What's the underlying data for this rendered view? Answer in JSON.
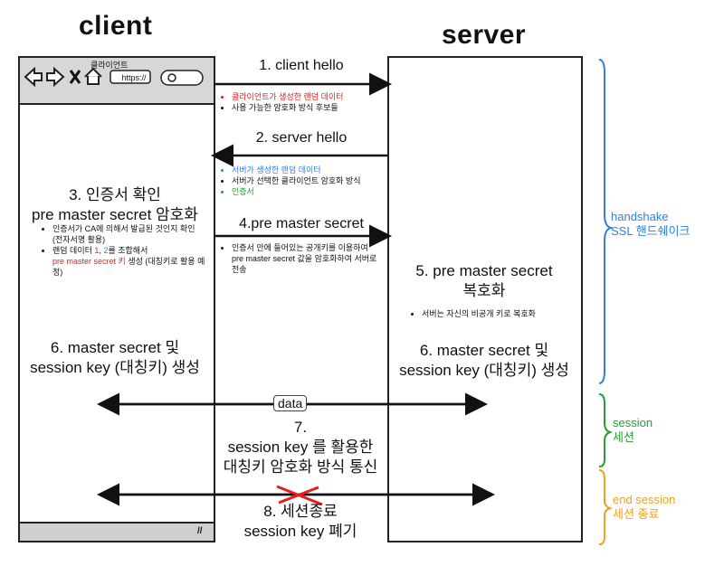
{
  "titles": {
    "client": "client",
    "server": "server"
  },
  "browser": {
    "label": "클라이언트",
    "url_chip": "https://"
  },
  "steps": {
    "s1": "1. client hello",
    "s1_notes": [
      "클라이언트가 생성한 랜덤 데이터",
      "사용 가능한 암호화 방식 후보들"
    ],
    "s2": "2. server hello",
    "s2_notes": [
      "서버가 생성한 랜덤 데이터",
      "서버가 선택한 클라이언트 암호화 방식",
      "인증서"
    ],
    "s3_l1": "3. 인증서 확인",
    "s3_l2": "pre master secret 암호화",
    "s3_notes": [
      "인증서가 CA에 의해서 발급된 것인지 확인 (전자서명 활용)",
      "랜덤 데이터 1, 2를 조합해서",
      "pre master secret 키",
      "생성 (대칭키로 활용 예정)"
    ],
    "s3_n2_num1": "1",
    "s3_n2_num2": "2",
    "s4": "4.pre master secret",
    "s4_note": "인증서 안에 들어있는 공개키를 이용하여 pre master secret 값을 암호화하여 서버로 전송",
    "s5_l1": "5. pre master secret",
    "s5_l2": "복호화",
    "s5_note": "서버는 자신의 비공개 키로 복호화",
    "s6_l1": "6. master secret 및",
    "s6_l2": "session key (대칭키) 생성",
    "data_label": "data",
    "s7_l1": "7.",
    "s7_l2": "session key 를 활용한",
    "s7_l3": "대칭키 암호화 방식 통신",
    "s8_l1": "8. 세션종료",
    "s8_l2": "session key 폐기"
  },
  "phases": {
    "handshake_l1": "handshake",
    "handshake_l2": "SSL 핸드쉐이크",
    "session_l1": "session",
    "session_l2": "세션",
    "end_l1": "end session",
    "end_l2": "세션 종료"
  },
  "colors": {
    "red": "#e02020",
    "blue": "#2f7fe0",
    "green": "#22a030",
    "orange": "#f0a020",
    "gray": "#d7d7d7"
  }
}
